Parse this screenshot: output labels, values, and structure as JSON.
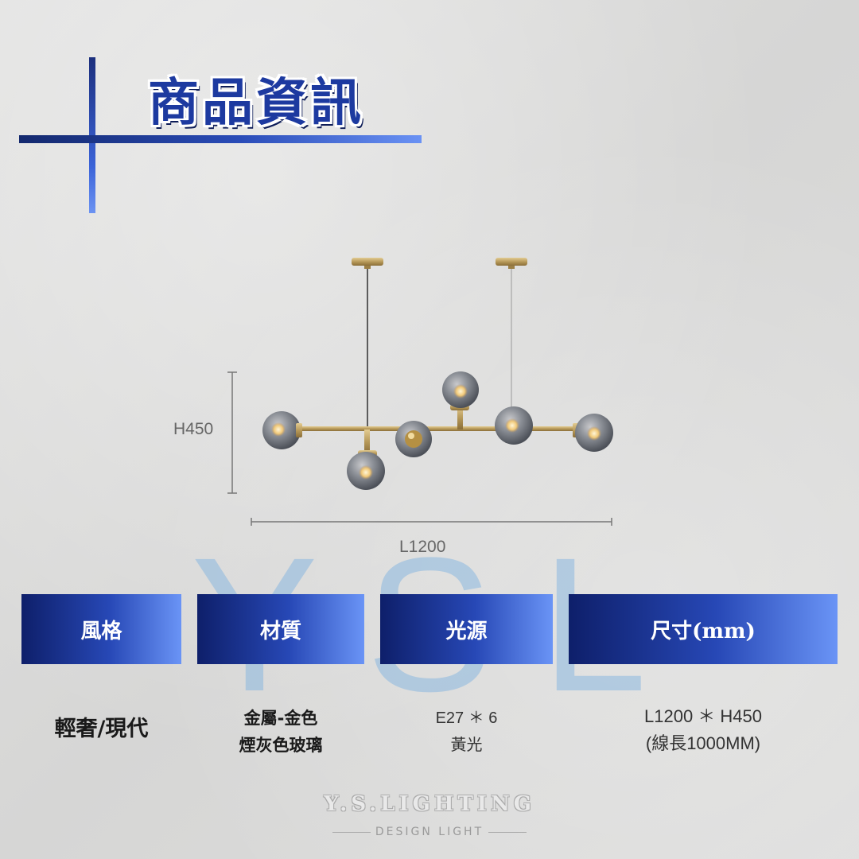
{
  "header": {
    "title": "商品資訊"
  },
  "watermark": {
    "text": "YSL"
  },
  "dimensions": {
    "height_label": "H450",
    "length_label": "L1200"
  },
  "specs": {
    "style": {
      "label": "風格",
      "lines": [
        "輕奢/現代"
      ]
    },
    "material": {
      "label": "材質",
      "lines": [
        "金屬-金色",
        "煙灰色玻璃"
      ]
    },
    "light": {
      "label": "光源",
      "lines": [
        "E27 ＊ 6",
        "黃光"
      ]
    },
    "size": {
      "label": "尺寸(mm)",
      "lines": [
        "L1200 ＊ H450",
        "(線長1000MM)"
      ]
    }
  },
  "brand": {
    "name": "Y.S.LIGHTING",
    "tagline": "DESIGN LIGHT"
  },
  "colors": {
    "accent_dark": "#0e1f6a",
    "accent_light": "#6a94f6",
    "brass": "#b89a5a",
    "smoke_glass": "#7a7e86"
  },
  "icons": [
    "pendant-lamp-illustration"
  ]
}
